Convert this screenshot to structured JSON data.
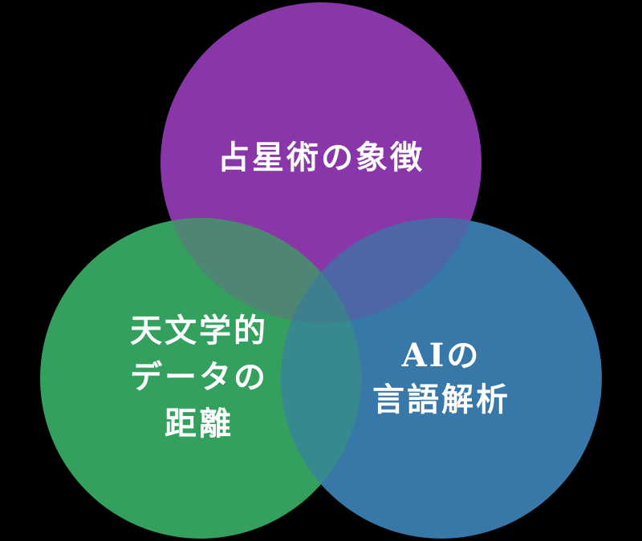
{
  "venn": {
    "background_color": "#000000",
    "text_color": "#FFFFFF",
    "circles": [
      {
        "name": "astrology-symbols",
        "lines": [
          "占星術の象徴"
        ],
        "color": "#8936A8"
      },
      {
        "name": "astronomical-data-distance",
        "lines": [
          "天文学的",
          "データの",
          "距離"
        ],
        "color": "#34A05E"
      },
      {
        "name": "ai-language-analysis",
        "lines": [
          "AIの",
          "言語解析"
        ],
        "color": "#3878A8"
      }
    ],
    "overlap_colors": {
      "astrology_astronomy": "#4F8573",
      "astrology_ai": "#4C66A6",
      "astronomy_ai": "#36898F",
      "center": "#3F7E8E"
    }
  }
}
